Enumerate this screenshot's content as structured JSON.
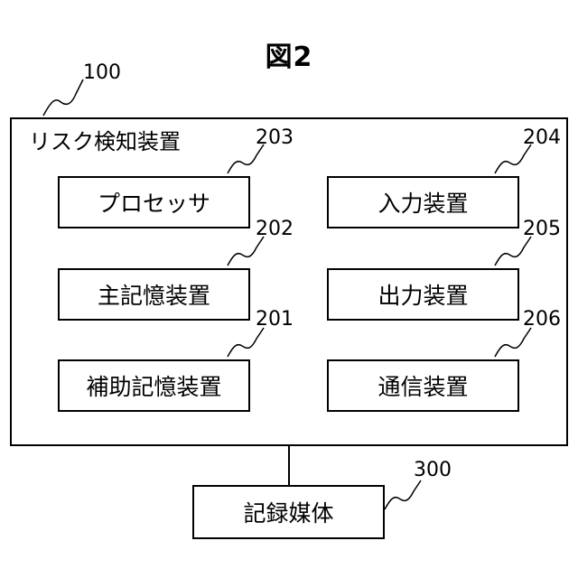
{
  "figure": {
    "title": "図2"
  },
  "risk_device": {
    "ref": "100",
    "label": "リスク検知装置"
  },
  "components": {
    "processor": {
      "ref": "203",
      "label": "プロセッサ"
    },
    "main_storage": {
      "ref": "202",
      "label": "主記憶装置"
    },
    "aux_storage": {
      "ref": "201",
      "label": "補助記憶装置"
    },
    "input_device": {
      "ref": "204",
      "label": "入力装置"
    },
    "output_device": {
      "ref": "205",
      "label": "出力装置"
    },
    "comm_device": {
      "ref": "206",
      "label": "通信装置"
    }
  },
  "storage_medium": {
    "ref": "300",
    "label": "記録媒体"
  }
}
